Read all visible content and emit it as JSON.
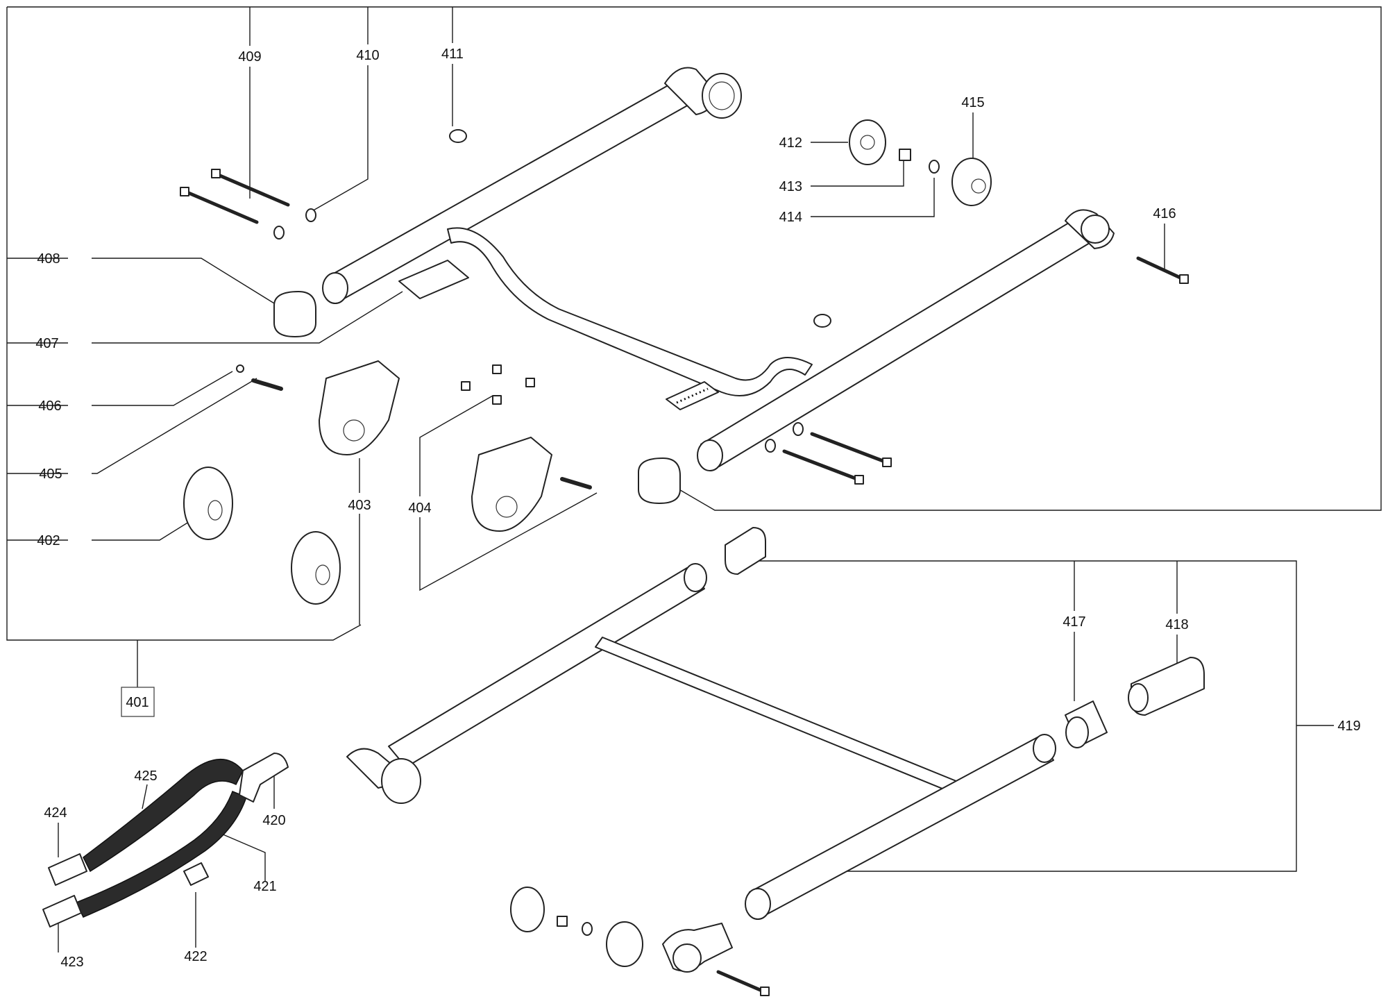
{
  "labels": {
    "p401": "401",
    "p402": "402",
    "p403": "403",
    "p404": "404",
    "p405": "405",
    "p406": "406",
    "p407": "407",
    "p408": "408",
    "p409": "409",
    "p410": "410",
    "p411": "411",
    "p412": "412",
    "p413": "413",
    "p414": "414",
    "p415": "415",
    "p416": "416",
    "p417": "417",
    "p418": "418",
    "p419": "419",
    "p420": "420",
    "p421": "421",
    "p422": "422",
    "p423": "423",
    "p424": "424",
    "p425": "425"
  },
  "colors": {
    "line": "#1a1a1a",
    "hose": "#2b2b2b",
    "background": "#ffffff"
  }
}
